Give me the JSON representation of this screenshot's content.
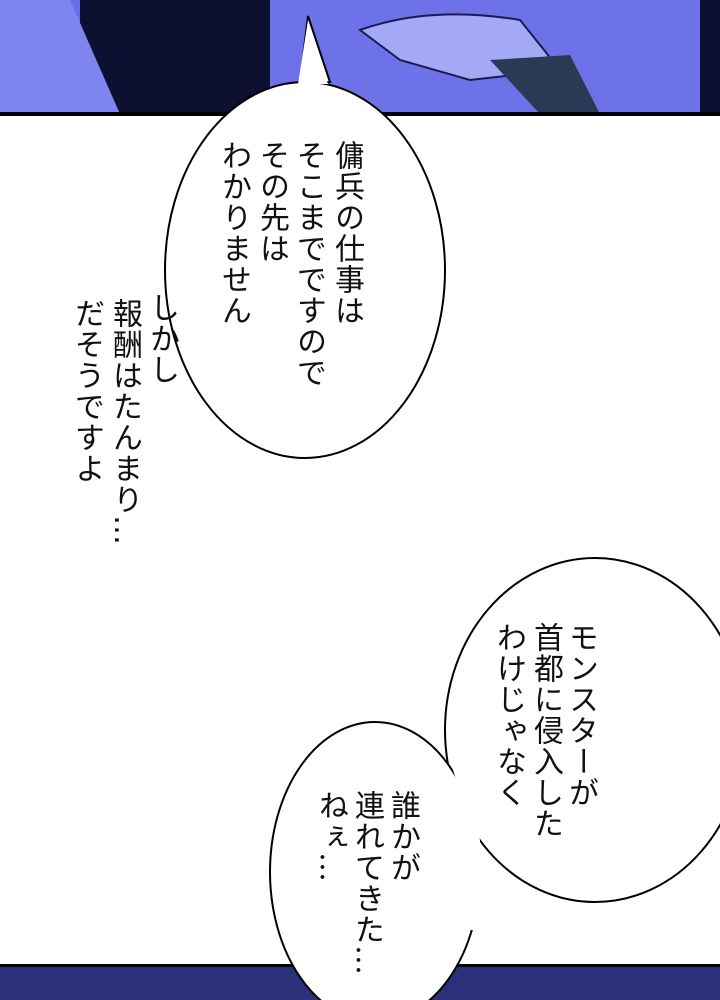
{
  "panels": {
    "top": {
      "color_dark": "#0d1030",
      "color_mid": "#5a5fe0",
      "color_light": "#8f95f2"
    },
    "bottom": {
      "color": "#2c2f7a"
    }
  },
  "bubble1": {
    "lines": [
      "傭兵の仕事は",
      "そこまでですので",
      "その先は",
      "わかりません"
    ]
  },
  "narration": {
    "lines": [
      "しかし",
      "報酬はたんまり…",
      "だそうですよ"
    ]
  },
  "bubble2": {
    "lines": [
      "モンスターが",
      "首都に侵入した",
      "わけじゃなく"
    ]
  },
  "bubble3": {
    "lines": [
      "誰かが",
      "連れてきた…",
      "ねぇ…"
    ]
  }
}
